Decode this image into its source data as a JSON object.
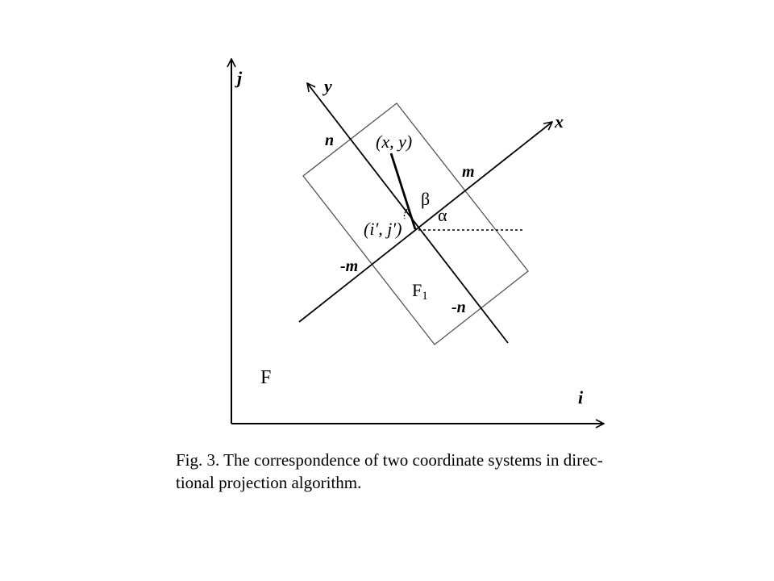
{
  "diagram": {
    "labels": {
      "j_axis": "j",
      "i_axis": "i",
      "y_axis": "y",
      "x_axis": "x",
      "n": "n",
      "neg_n": "-n",
      "m": "m",
      "neg_m": "-m",
      "point_xy": "(x, y)",
      "point_ij": "(i′, j′)",
      "beta": "β",
      "alpha": "α",
      "region_f": "F",
      "region_f1": "F",
      "region_f1_sub": "1"
    }
  },
  "caption": {
    "line1": "Fig. 3.  The correspondence of two coordinate systems in direc-",
    "line2": "tional projection algorithm."
  }
}
